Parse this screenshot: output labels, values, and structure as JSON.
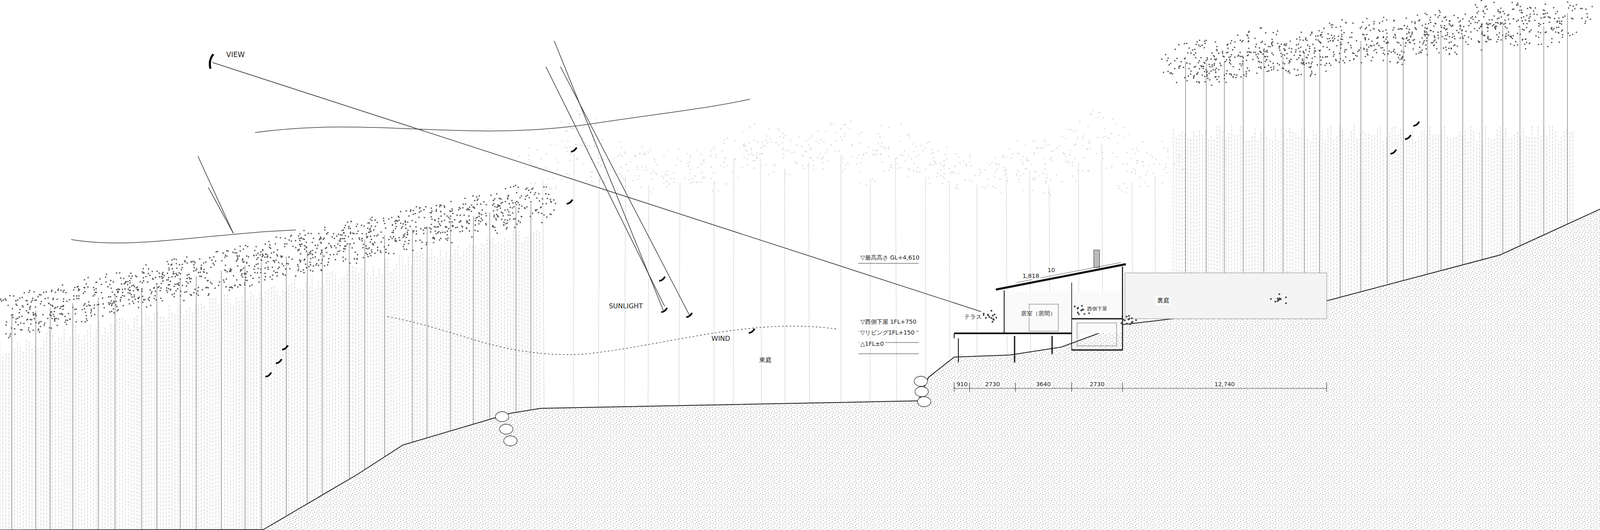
{
  "diagram": {
    "labels": [
      "VIEW",
      "SUNLIGHT",
      "WIND",
      "東庭",
      "▽最高高さ GL+4,610",
      "10",
      "1,818",
      "▽西側下屋 1FL+750",
      "▽リビング1FL+150",
      "△1FL±0",
      "テラス",
      "居室（居間）",
      "西側下屋",
      "裏庭",
      "910",
      "2730",
      "3640",
      "2730",
      "12,740"
    ]
  }
}
